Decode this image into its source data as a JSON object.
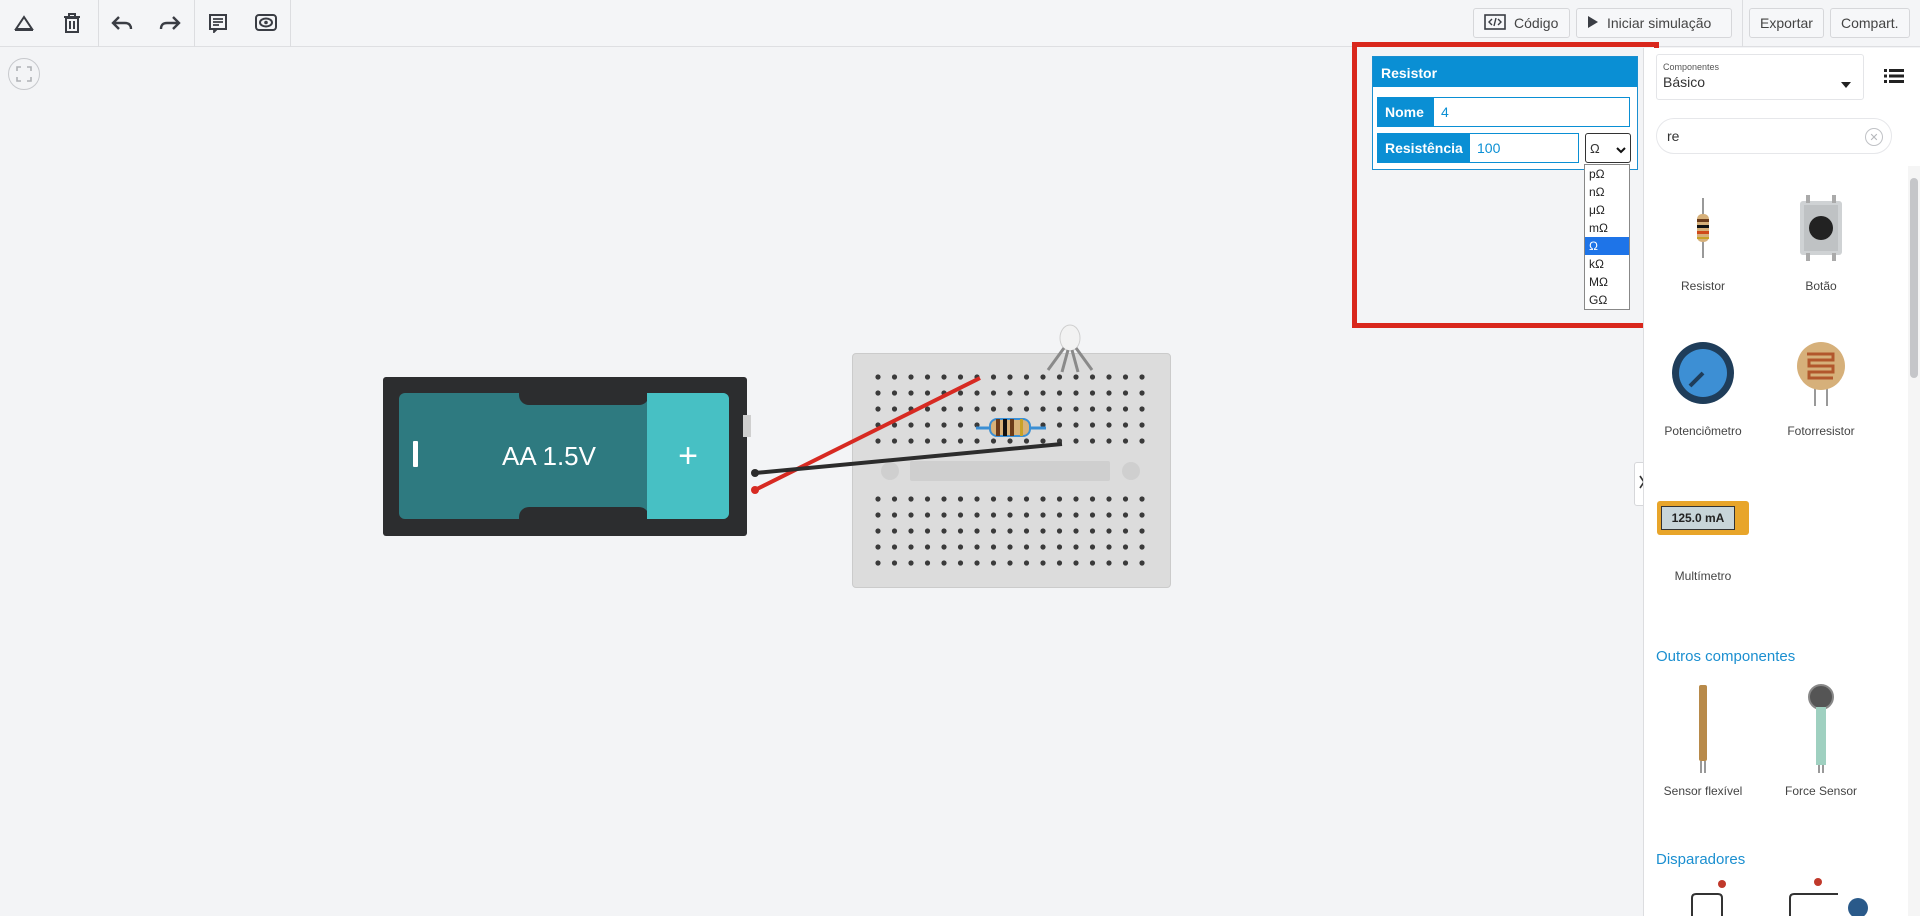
{
  "toolbar": {
    "codigo_label": "Código",
    "sim_label": "Iniciar simulação",
    "export_label": "Exportar",
    "share_label": "Compart."
  },
  "battery": {
    "label": "AA 1.5V",
    "plus": "+"
  },
  "props": {
    "header": "Resistor",
    "name_label": "Nome",
    "name_value": "4",
    "res_label": "Resistência",
    "res_value": "100",
    "unit_selected": "Ω",
    "units": [
      "pΩ",
      "nΩ",
      "μΩ",
      "mΩ",
      "Ω",
      "kΩ",
      "MΩ",
      "GΩ"
    ]
  },
  "sidebar": {
    "select_small": "Componentes",
    "select_value": "Básico",
    "search_value": "re",
    "components": [
      "Resistor",
      "Botão",
      "Potenciômetro",
      "Fotorresistor",
      "Multímetro"
    ],
    "multimeter_reading": "125.0 mA",
    "section_other": "Outros componentes",
    "other_components": [
      "Sensor flexível",
      "Force Sensor"
    ],
    "section_triggers": "Disparadores"
  },
  "colors": {
    "accent": "#0a8fd4",
    "highlight": "#d9271c",
    "battery_teal": "#2e7a80",
    "battery_plus": "#47c0c4"
  }
}
